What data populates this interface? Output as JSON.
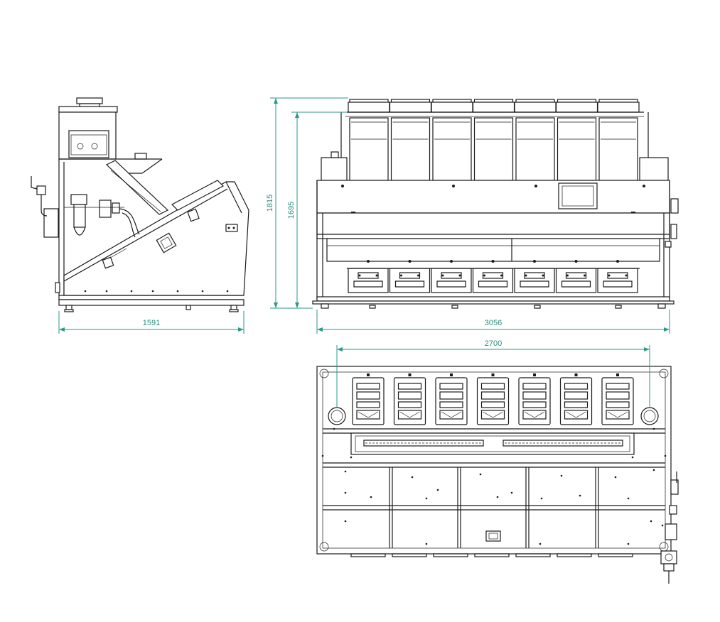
{
  "dimensions": {
    "side_width": "1591",
    "front_width": "3056",
    "front_height_total": "1815",
    "front_height_body": "1695",
    "top_inner_width": "2700"
  },
  "colors": {
    "line": "#1a1a1a",
    "dimension": "#2a9a8a",
    "background": "#ffffff"
  },
  "modules": {
    "count": 7
  }
}
